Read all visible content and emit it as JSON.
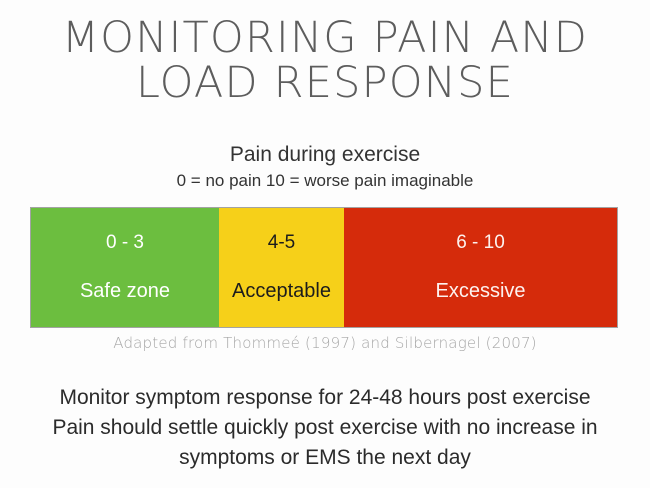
{
  "title": {
    "line1": "MONITORING PAIN AND",
    "line2": "LOAD RESPONSE"
  },
  "subtitle": {
    "main": "Pain during exercise",
    "scale_key": "0 = no pain 10 = worse pain imaginable"
  },
  "scale": {
    "zones": [
      {
        "range": "0 - 3",
        "label": "Safe zone",
        "color": "#6cbe3f",
        "text_color": "#ffffff"
      },
      {
        "range": "4-5",
        "label": "Acceptable",
        "color": "#f6d019",
        "text_color": "#1c1c1c"
      },
      {
        "range": "6 - 10",
        "label": "Excessive",
        "color": "#d52b0b",
        "text_color": "#fdf2ef"
      }
    ]
  },
  "attribution": "Adapted from Thommeé (1997) and Silbernagel (2007)",
  "body": {
    "line1": "Monitor symptom response for 24-48 hours post exercise",
    "line2": "Pain should settle quickly post exercise with no increase in",
    "line3": "symptoms or EMS the next day"
  }
}
